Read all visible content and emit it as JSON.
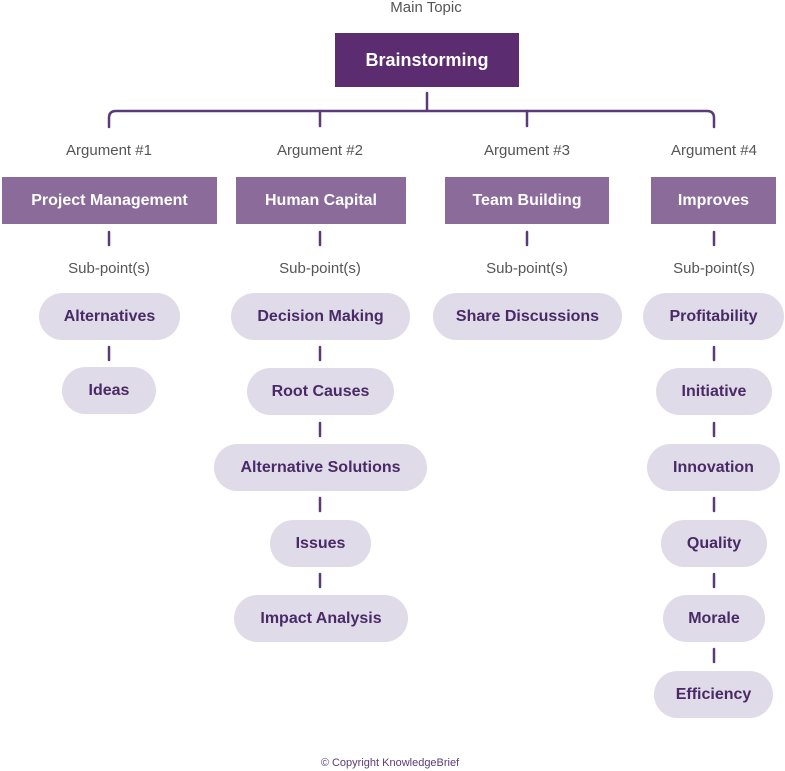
{
  "main": {
    "caption": "Main Topic",
    "title": "Brainstorming"
  },
  "arguments": [
    {
      "caption": "Argument #1",
      "title": "Project Management",
      "subcaption": "Sub-point(s)",
      "subpoints": [
        "Alternatives",
        "Ideas"
      ]
    },
    {
      "caption": "Argument #2",
      "title": "Human Capital",
      "subcaption": "Sub-point(s)",
      "subpoints": [
        "Decision Making",
        "Root Causes",
        "Alternative Solutions",
        "Issues",
        "Impact Analysis"
      ]
    },
    {
      "caption": "Argument #3",
      "title": "Team Building",
      "subcaption": "Sub-point(s)",
      "subpoints": [
        "Share Discussions"
      ]
    },
    {
      "caption": "Argument #4",
      "title": "Improves",
      "subcaption": "Sub-point(s)",
      "subpoints": [
        "Profitability",
        "Initiative",
        "Innovation",
        "Quality",
        "Morale",
        "Efficiency"
      ]
    }
  ],
  "footer": {
    "copyright": "© Copyright KnowledgeBrief"
  },
  "colors": {
    "main_box": "#5b2c6f",
    "argument_box": "#8a6b9a",
    "subpoint_pill": "#e0dbe8",
    "subpoint_text": "#4a2a66",
    "connector": "#5b3a78"
  }
}
